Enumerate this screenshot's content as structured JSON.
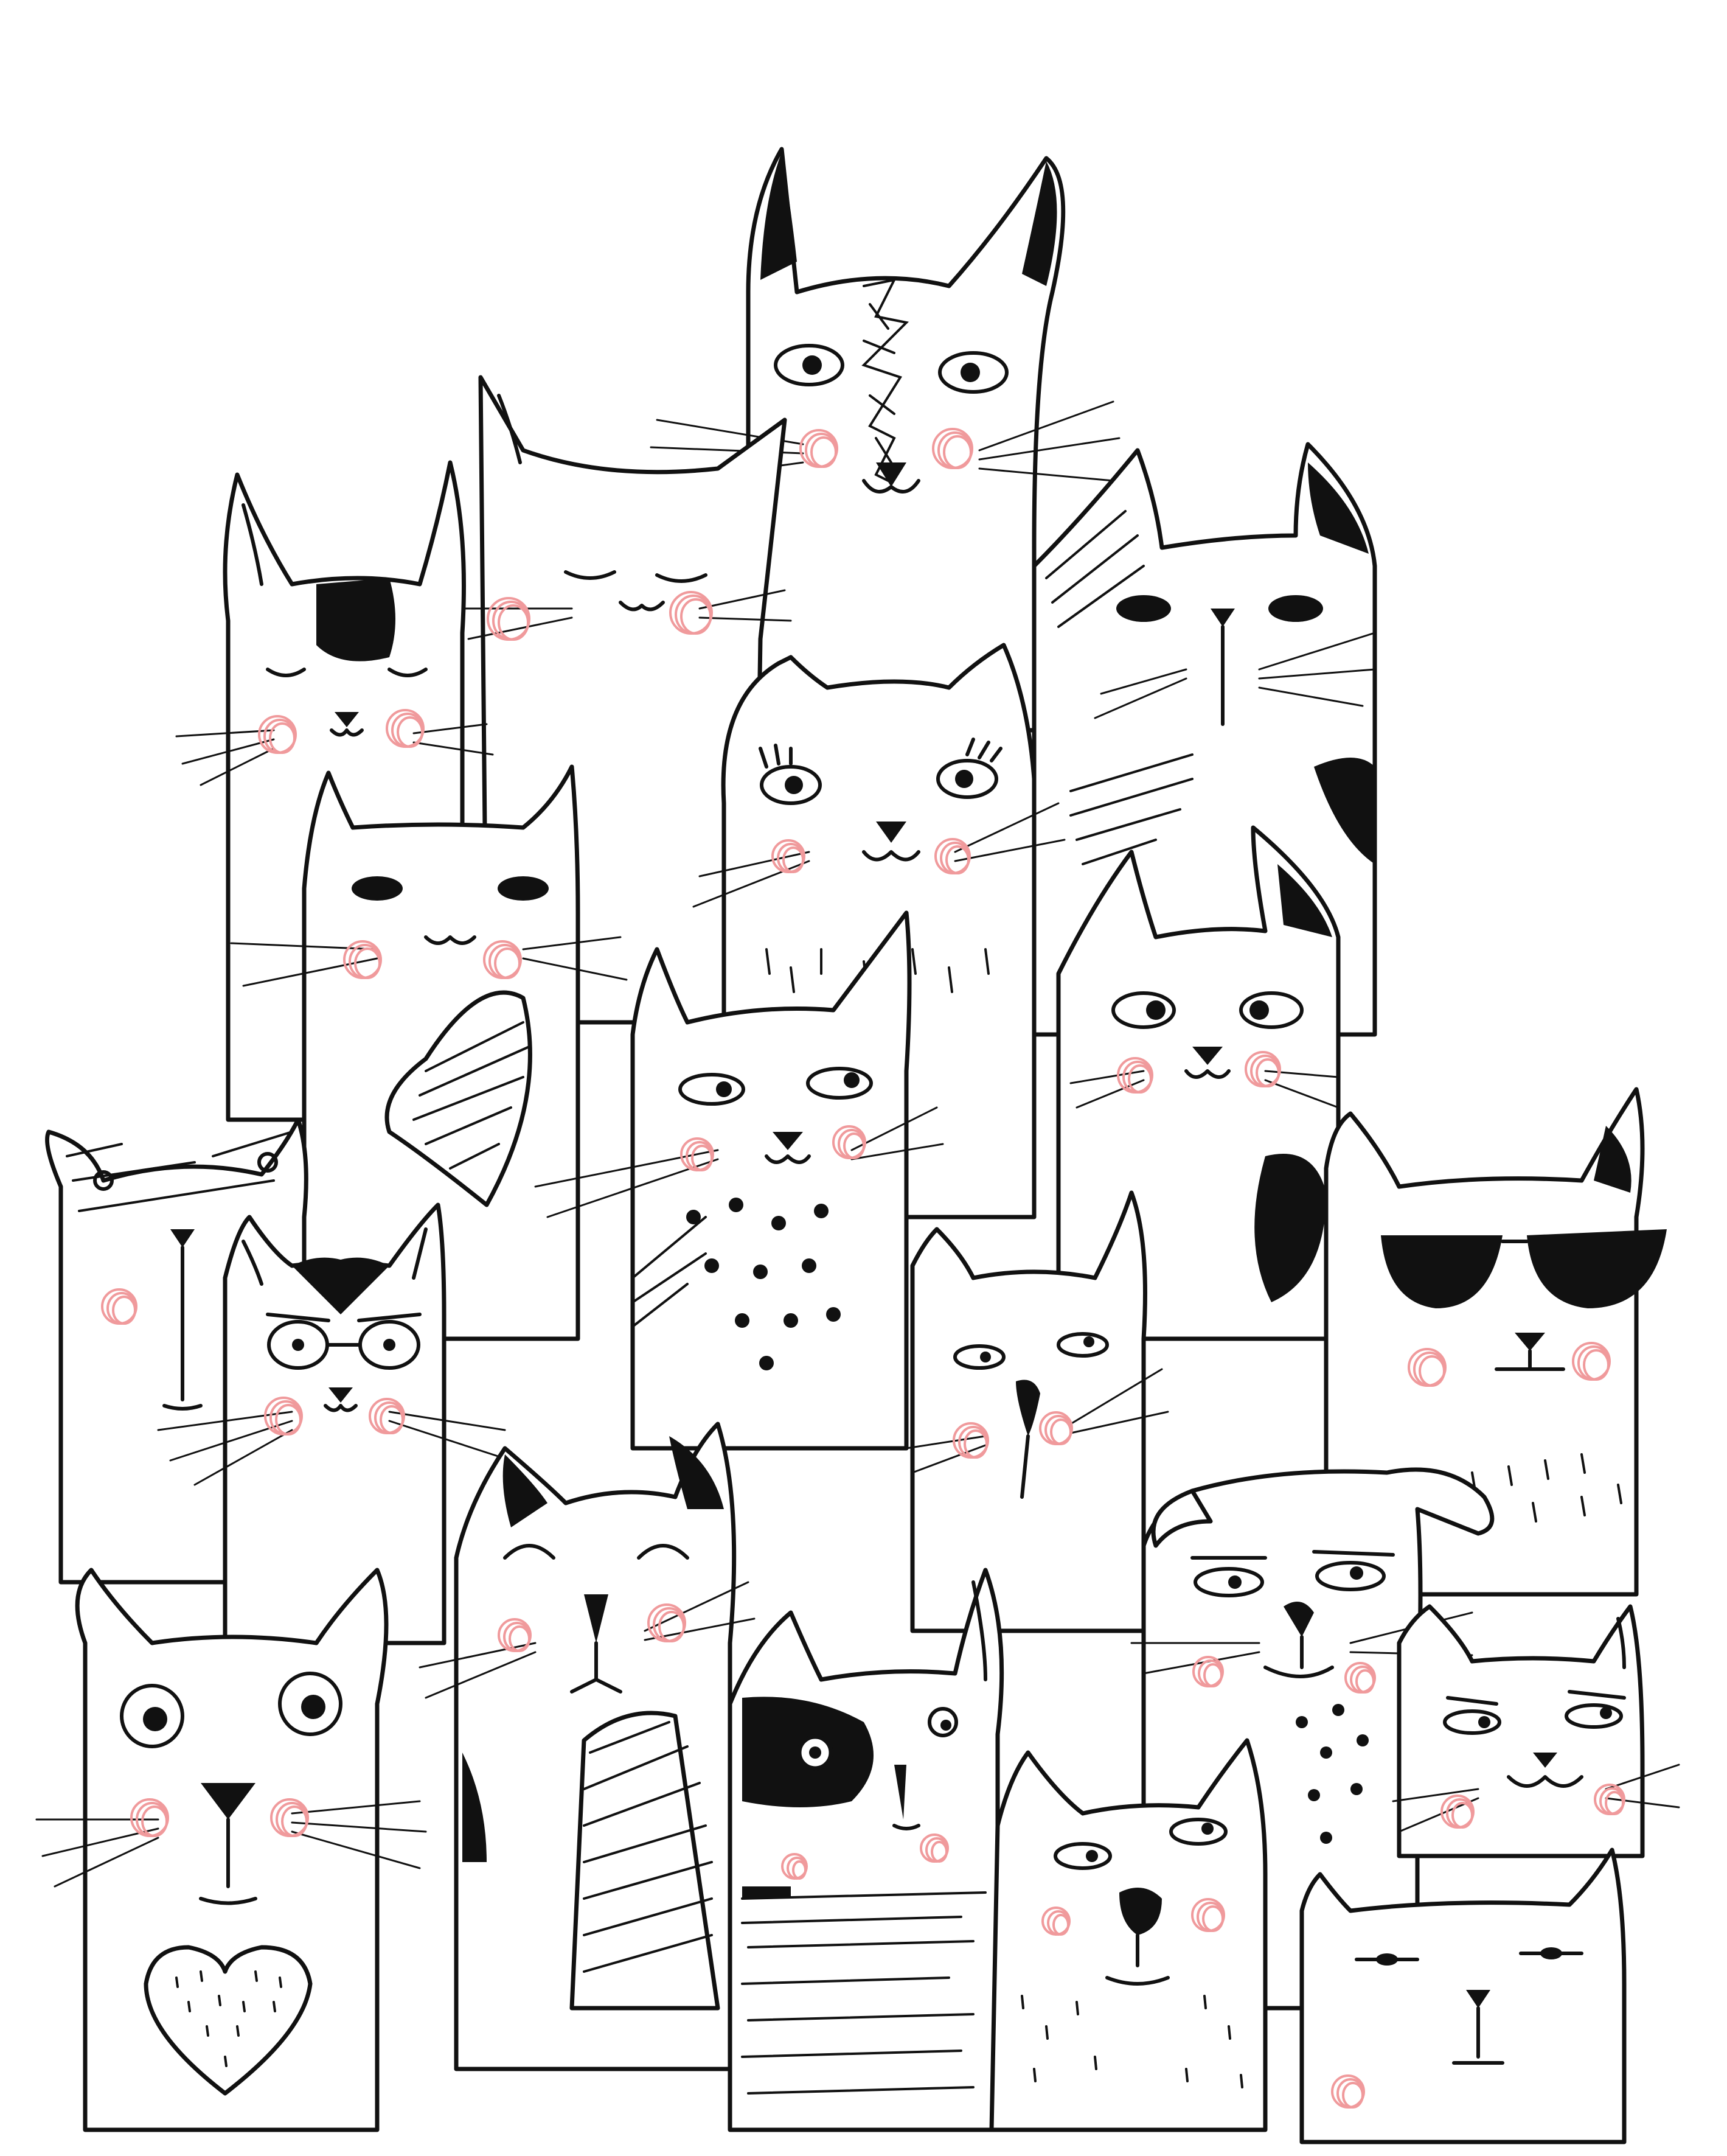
{
  "palette": {
    "background": "#ffffff",
    "ink": "#111111",
    "blush": "#f09a9c"
  },
  "cats": [
    {
      "name": "cat-top-center",
      "eyes": "open",
      "pattern": "stripe"
    },
    {
      "name": "cat-sleepy-tall",
      "eyes": "closed",
      "pattern": "dots"
    },
    {
      "name": "cat-left-patch",
      "eyes": "closed",
      "pattern": "patch"
    },
    {
      "name": "cat-right-upper",
      "eyes": "slit",
      "pattern": "patch"
    },
    {
      "name": "cat-lashes",
      "eyes": "lashes",
      "pattern": "dashes"
    },
    {
      "name": "cat-left-middle",
      "eyes": "slit",
      "pattern": "hatch"
    },
    {
      "name": "cat-right-middle",
      "eyes": "side",
      "pattern": "hatch"
    },
    {
      "name": "cat-center-spotted",
      "eyes": "side",
      "pattern": "spots"
    },
    {
      "name": "cat-far-left",
      "eyes": "hidden",
      "pattern": "hatch"
    },
    {
      "name": "cat-glasses",
      "eyes": "glasses",
      "pattern": "mask"
    },
    {
      "name": "cat-sunglasses",
      "eyes": "sunglasses",
      "pattern": "dots"
    },
    {
      "name": "cat-sniffing",
      "eyes": "side",
      "pattern": "plain"
    },
    {
      "name": "cat-sleepy-nose",
      "eyes": "closed",
      "pattern": "hatch"
    },
    {
      "name": "cat-floppy-ears",
      "eyes": "side",
      "pattern": "spots"
    },
    {
      "name": "cat-heart",
      "eyes": "round",
      "pattern": "heart"
    },
    {
      "name": "cat-raccoon",
      "eyes": "round",
      "pattern": "stripes"
    },
    {
      "name": "cat-small-front",
      "eyes": "side",
      "pattern": "dashes"
    },
    {
      "name": "cat-right-lower",
      "eyes": "side",
      "pattern": "plain"
    },
    {
      "name": "cat-bottom-right",
      "eyes": "slit",
      "pattern": "plain"
    }
  ]
}
